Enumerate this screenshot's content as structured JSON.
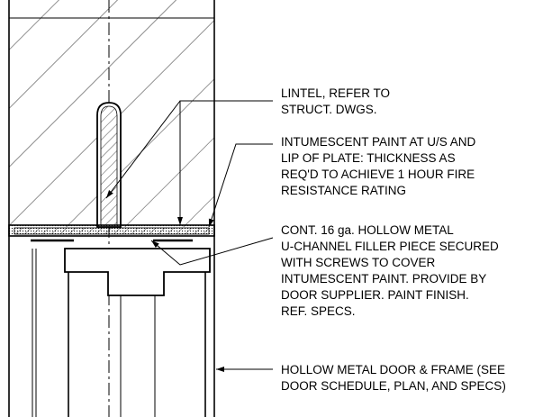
{
  "notes": [
    {
      "id": "lintel",
      "lines": [
        "LINTEL, REFER TO",
        "STRUCT. DWGS."
      ]
    },
    {
      "id": "intumescent",
      "lines": [
        "INTUMESCENT PAINT AT U/S AND",
        "LIP OF PLATE: THICKNESS AS",
        "REQ'D TO ACHIEVE 1 HOUR FIRE",
        "RESISTANCE RATING"
      ]
    },
    {
      "id": "u-channel",
      "lines": [
        "CONT. 16 ga. HOLLOW METAL",
        "U-CHANNEL FILLER PIECE SECURED",
        "WITH SCREWS TO COVER",
        "INTUMESCENT PAINT.  PROVIDE BY",
        "DOOR SUPPLIER.  PAINT FINISH.",
        "REF. SPECS."
      ]
    },
    {
      "id": "door-frame",
      "lines": [
        "HOLLOW METAL DOOR & FRAME (SEE",
        "DOOR SCHEDULE, PLAN, AND SPECS)"
      ]
    }
  ]
}
